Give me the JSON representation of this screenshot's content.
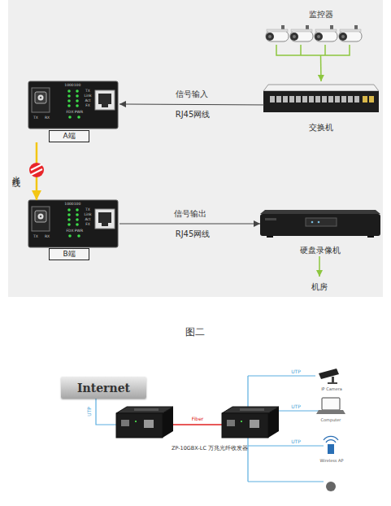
{
  "diagram": {
    "caption": "图二",
    "nodes": [
      {
        "text": [
          "监控器"
        ]
      },
      {
        "text": [
          "交换机"
        ]
      },
      {
        "text": [
          "A端"
        ]
      },
      {
        "text": [
          "B端"
        ]
      },
      {
        "text": [
          "硬盘录像机"
        ]
      },
      {
        "text": [
          "Internet"
        ]
      }
    ],
    "edges": [
      {
        "from": 0,
        "to": 1,
        "arrow": "to"
      },
      {
        "from": 1,
        "to": 2,
        "arrow": "to",
        "label": "信号输入"
      },
      {
        "from": 2,
        "to": 3,
        "arrow": "to",
        "label": "光纤线"
      },
      {
        "from": 3,
        "to": 4,
        "arrow": "to",
        "label": "信号输出"
      }
    ],
    "labels": [
      "RJ45网线",
      "RJ45网线",
      "机房",
      "1000",
      "100",
      "TX",
      "Link",
      "Act",
      "FX",
      "FDX",
      "PWR",
      "TX",
      "RX",
      "1000",
      "100",
      "TX",
      "Link",
      "Act",
      "FX",
      "FDX",
      "PWR",
      "TX",
      "RX",
      "UTP",
      "Fiber",
      "ZP-10GBX-LC 万兆光纤收发器",
      "UTP",
      "UTP",
      "UTP",
      "IP Camera",
      "Computer",
      "Wireless AP"
    ]
  }
}
